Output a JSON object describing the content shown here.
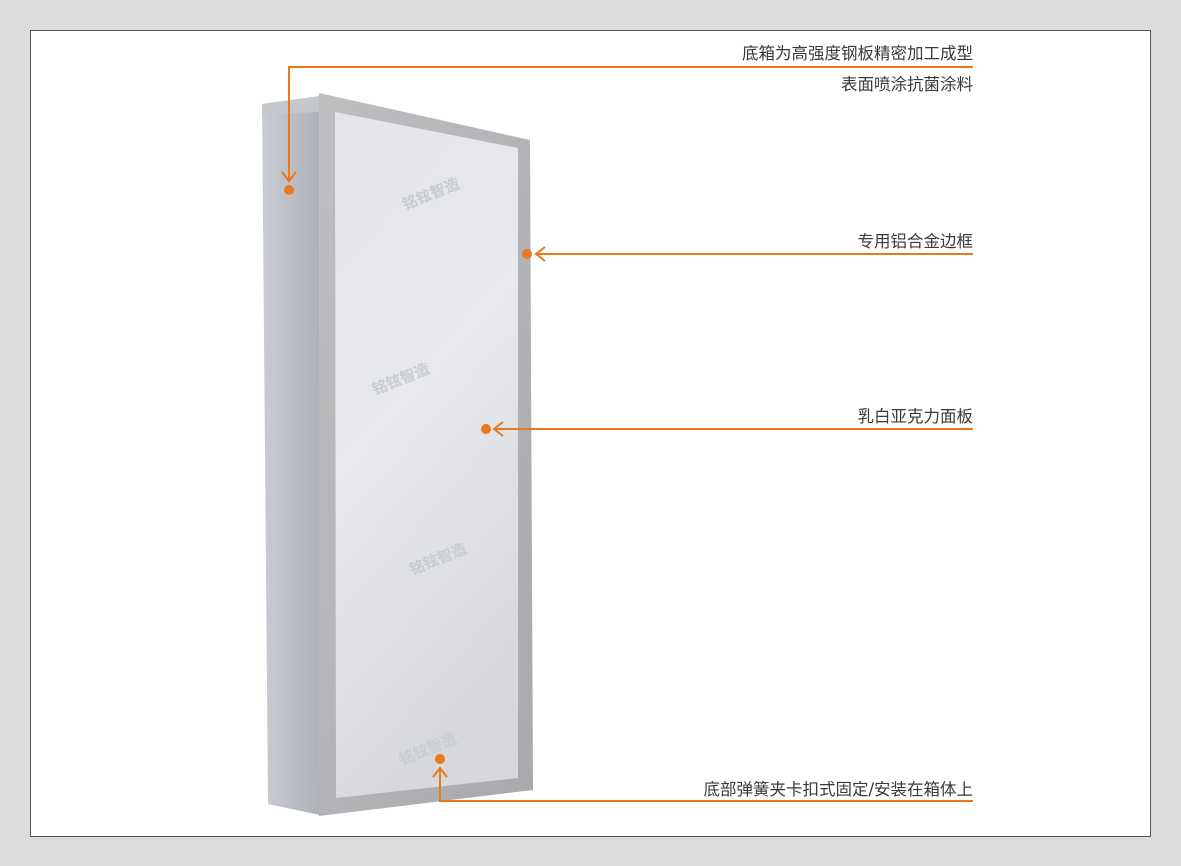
{
  "colors": {
    "accent": "#e8791e",
    "background": "#dcdcdb",
    "canvas": "#ffffff"
  },
  "watermark": "铭铉智造",
  "callouts": [
    {
      "id": "box",
      "lines": [
        "底箱为高强度钢板精密加工成型",
        "表面喷涂抗菌涂料"
      ]
    },
    {
      "id": "frame",
      "lines": [
        "专用铝合金边框"
      ]
    },
    {
      "id": "panel",
      "lines": [
        "乳白亚克力面板"
      ]
    },
    {
      "id": "clip",
      "lines": [
        "底部弹簧夹卡扣式固定/安装在箱体上"
      ]
    }
  ]
}
